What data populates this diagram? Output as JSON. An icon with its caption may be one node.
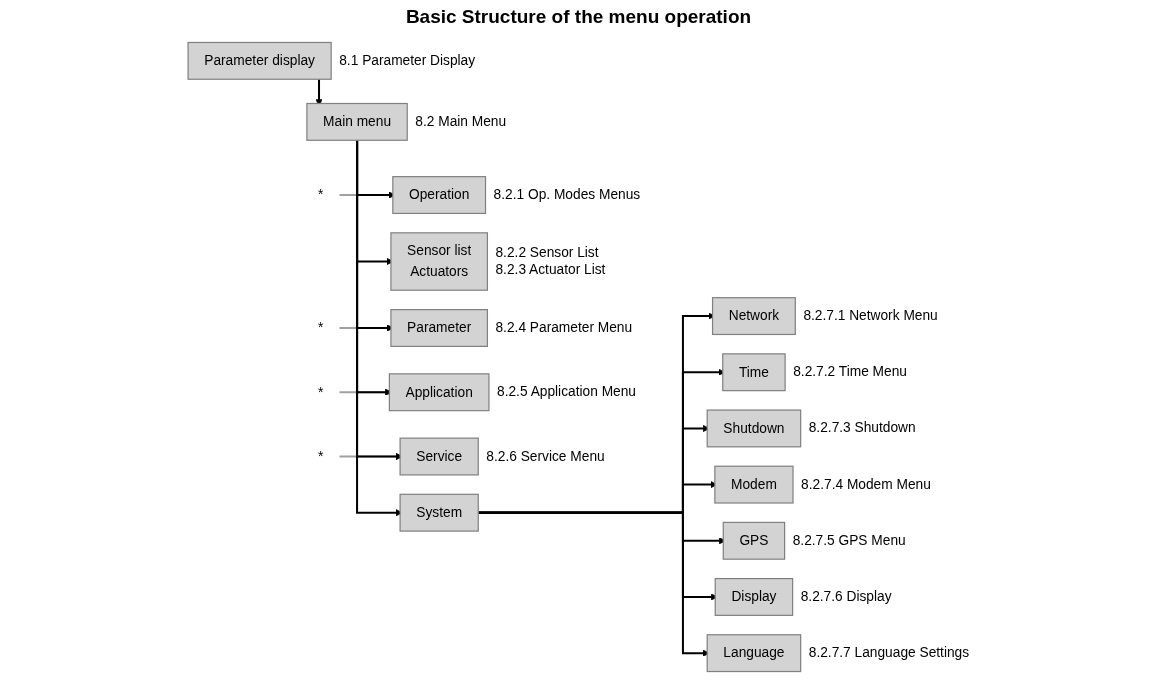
{
  "diagram": {
    "title": "Basic Structure of the menu operation",
    "nodes": [
      {
        "text": [
          "Parameter display"
        ],
        "beside": [
          "8.1 Parameter Display"
        ]
      },
      {
        "text": [
          "Main menu"
        ],
        "beside": [
          "8.2 Main Menu"
        ]
      },
      {
        "text": [
          "Operation"
        ],
        "beside": [
          "8.2.1 Op. Modes Menus"
        ]
      },
      {
        "text": [
          "Sensor list",
          "Actuators"
        ],
        "beside": [
          "8.2.2 Sensor List",
          "8.2.3 Actuator List"
        ]
      },
      {
        "text": [
          "Parameter"
        ],
        "beside": [
          "8.2.4 Parameter Menu"
        ]
      },
      {
        "text": [
          "Application"
        ],
        "beside": [
          "8.2.5 Application Menu"
        ]
      },
      {
        "text": [
          "Service"
        ],
        "beside": [
          "8.2.6 Service Menu"
        ]
      },
      {
        "text": [
          "System"
        ]
      },
      {
        "text": [
          "Network"
        ],
        "beside": [
          "8.2.7.1 Network Menu"
        ]
      },
      {
        "text": [
          "Time"
        ],
        "beside": [
          "8.2.7.2 Time Menu"
        ]
      },
      {
        "text": [
          "Shutdown"
        ],
        "beside": [
          "8.2.7.3 Shutdown"
        ]
      },
      {
        "text": [
          "Modem"
        ],
        "beside": [
          "8.2.7.4 Modem Menu"
        ]
      },
      {
        "text": [
          "GPS"
        ],
        "beside": [
          "8.2.7.5 GPS Menu"
        ]
      },
      {
        "text": [
          "Display"
        ],
        "beside": [
          "8.2.7.6 Display"
        ]
      },
      {
        "text": [
          "Language"
        ],
        "beside": [
          "8.2.7.7 Language Settings"
        ]
      },
      {
        "text": [
          "*"
        ]
      },
      {
        "text": [
          "*"
        ]
      },
      {
        "text": [
          "*"
        ]
      },
      {
        "text": [
          "*"
        ]
      }
    ],
    "edges": [
      {
        "from": 0,
        "to": 1,
        "arrow": "to"
      },
      {
        "from": 1,
        "to": 2,
        "arrow": "to"
      },
      {
        "from": 1,
        "to": 3,
        "arrow": "to"
      },
      {
        "from": 1,
        "to": 4,
        "arrow": "to"
      },
      {
        "from": 1,
        "to": 5,
        "arrow": "to"
      },
      {
        "from": 1,
        "to": 6,
        "arrow": "to"
      },
      {
        "from": 1,
        "to": 7,
        "arrow": "to"
      },
      {
        "from": 7,
        "to": 8,
        "arrow": "to"
      },
      {
        "from": 7,
        "to": 9,
        "arrow": "to"
      },
      {
        "from": 7,
        "to": 10,
        "arrow": "to"
      },
      {
        "from": 7,
        "to": 11,
        "arrow": "to"
      },
      {
        "from": 7,
        "to": 12,
        "arrow": "to"
      },
      {
        "from": 7,
        "to": 13,
        "arrow": "to"
      },
      {
        "from": 7,
        "to": 14,
        "arrow": "to"
      },
      {
        "from": 15,
        "to": 2,
        "arrow": "to",
        "color": "#a0a0a0"
      },
      {
        "from": 16,
        "to": 4,
        "arrow": "to",
        "color": "#a0a0a0"
      },
      {
        "from": 17,
        "to": 5,
        "arrow": "to",
        "color": "#a0a0a0"
      },
      {
        "from": 18,
        "to": 6,
        "arrow": "to",
        "color": "#a0a0a0"
      }
    ]
  }
}
